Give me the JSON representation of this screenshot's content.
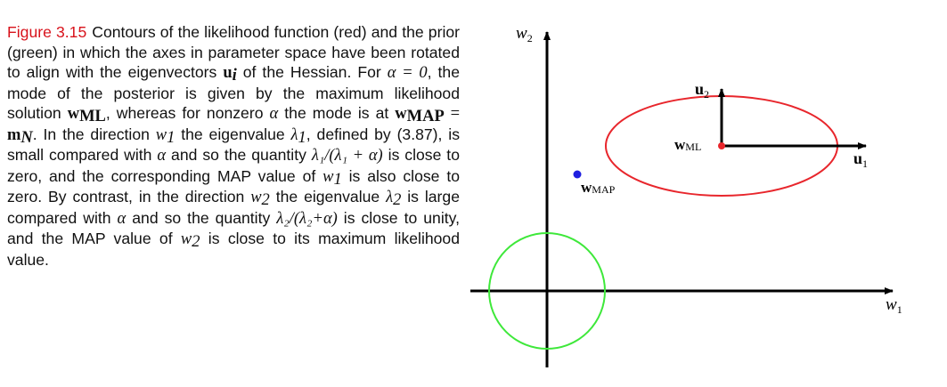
{
  "caption": {
    "label": "Figure 3.15",
    "t1": "Contours of the likelihood function (red) and the prior (green) in which the axes in parameter space have been rotated to align with the eigenvectors ",
    "u_i": "u",
    "u_i_sub": "i",
    "t2": " of the Hessian. For ",
    "alpha_eq_0": "α = 0",
    "t3": ", the mode of the posterior is given by the maximum likelihood solution ",
    "w_ml": "w",
    "w_ml_sub": "ML",
    "t4": ", whereas for nonzero ",
    "alpha1": "α",
    "t5": " the mode is at ",
    "w_map": "w",
    "w_map_sub": "MAP",
    "eq": " = ",
    "m_n": "m",
    "m_n_sub": "N",
    "t6": ". In the direction ",
    "w1_a": "w",
    "w1_a_sub": "1",
    "t7": " the eigenvalue ",
    "lambda1": "λ",
    "lambda1_sub": "1",
    "t8": ", defined by (3.87), is small compared with ",
    "alpha2": "α",
    "t9": " and so the quantity ",
    "ratio1": "λ₁/(λ₁ + α)",
    "t10": " is close to zero, and the corresponding MAP value of ",
    "w1_b": "w",
    "w1_b_sub": "1",
    "t11": " is also close to zero. By contrast, in the direction ",
    "w2_a": "w",
    "w2_a_sub": "2",
    "t12": " the eigenvalue ",
    "lambda2": "λ",
    "lambda2_sub": "2",
    "t13": " is large compared with ",
    "alpha3": "α",
    "t14": " and so the quantity ",
    "ratio2": "λ₂/(λ₂+α)",
    "t15": " is close to unity, and the MAP value of ",
    "w2_b": "w",
    "w2_b_sub": "2",
    "t16": " is close to its maximum likelihood value."
  },
  "diagram": {
    "axis_w1": {
      "base": "w",
      "sub": "1"
    },
    "axis_w2": {
      "base": "w",
      "sub": "2"
    },
    "eig_u1": {
      "base": "u",
      "sub": "1"
    },
    "eig_u2": {
      "base": "u",
      "sub": "2"
    },
    "point_ml": {
      "base": "w",
      "sub": "ML"
    },
    "point_map": {
      "base": "w",
      "sub": "MAP"
    },
    "colors": {
      "likelihood": "#e8262c",
      "prior": "#3ee83a",
      "map_point": "#1f1fe0",
      "ml_point": "#e8262c",
      "axes": "#000000",
      "caption_label": "#d8121b"
    }
  }
}
